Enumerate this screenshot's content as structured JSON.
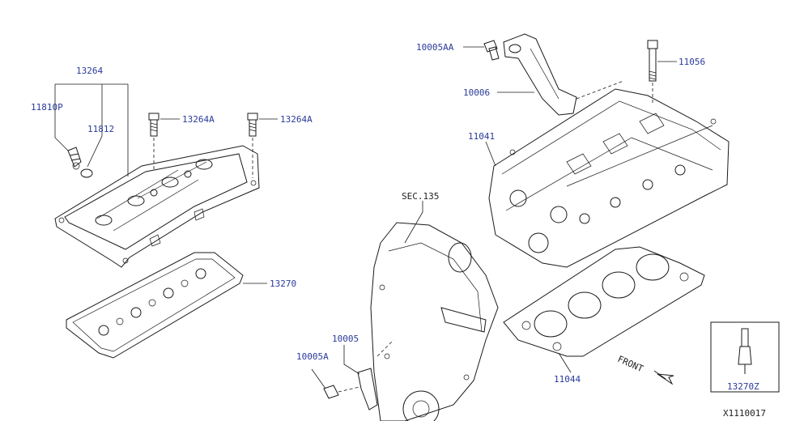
{
  "labels": {
    "p13264": "13264",
    "p11810p": "11810P",
    "p11812": "11812",
    "p13264a_1": "13264A",
    "p13264a_2": "13264A",
    "p13270": "13270",
    "p10005aa": "10005AA",
    "p10006": "10006",
    "p11056": "11056",
    "p11041": "11041",
    "sec135": "SEC.135",
    "p10005": "10005",
    "p10005a": "10005A",
    "p11044": "11044",
    "p13270z": "13270Z",
    "front": "FRONT",
    "diagram_id": "X1110017"
  },
  "colors": {
    "label_blue": "#2a3a9a",
    "line": "#1a1a1a",
    "background": "#ffffff"
  }
}
